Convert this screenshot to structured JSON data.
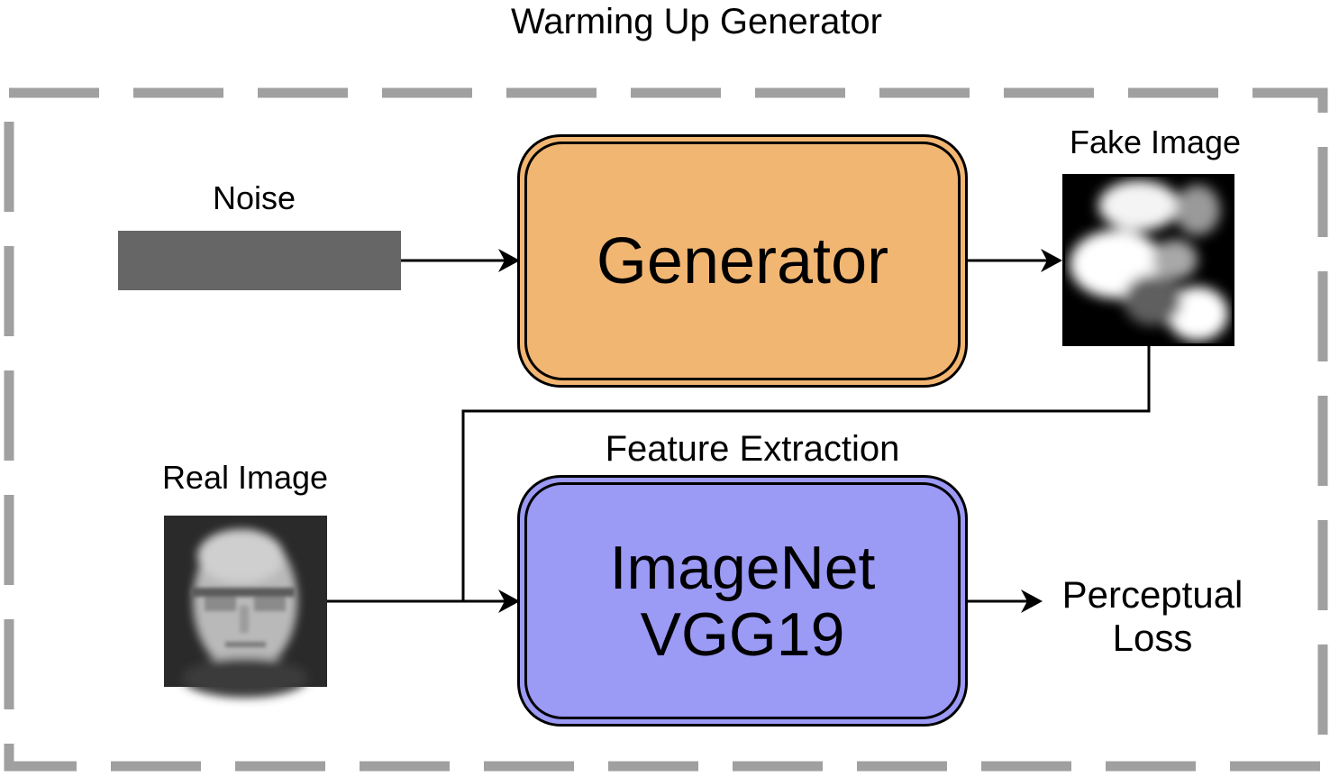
{
  "title": "Warming Up Generator",
  "noise": {
    "label": "Noise"
  },
  "generator": {
    "label": "Generator",
    "color": "#f2b673"
  },
  "fake_image": {
    "label": "Fake Image"
  },
  "real_image": {
    "label": "Real Image"
  },
  "feature_extraction": {
    "label": "Feature Extraction"
  },
  "vgg": {
    "label": "ImageNet VGG19",
    "color": "#9b9af5"
  },
  "output": {
    "label": "Perceptual Loss"
  }
}
